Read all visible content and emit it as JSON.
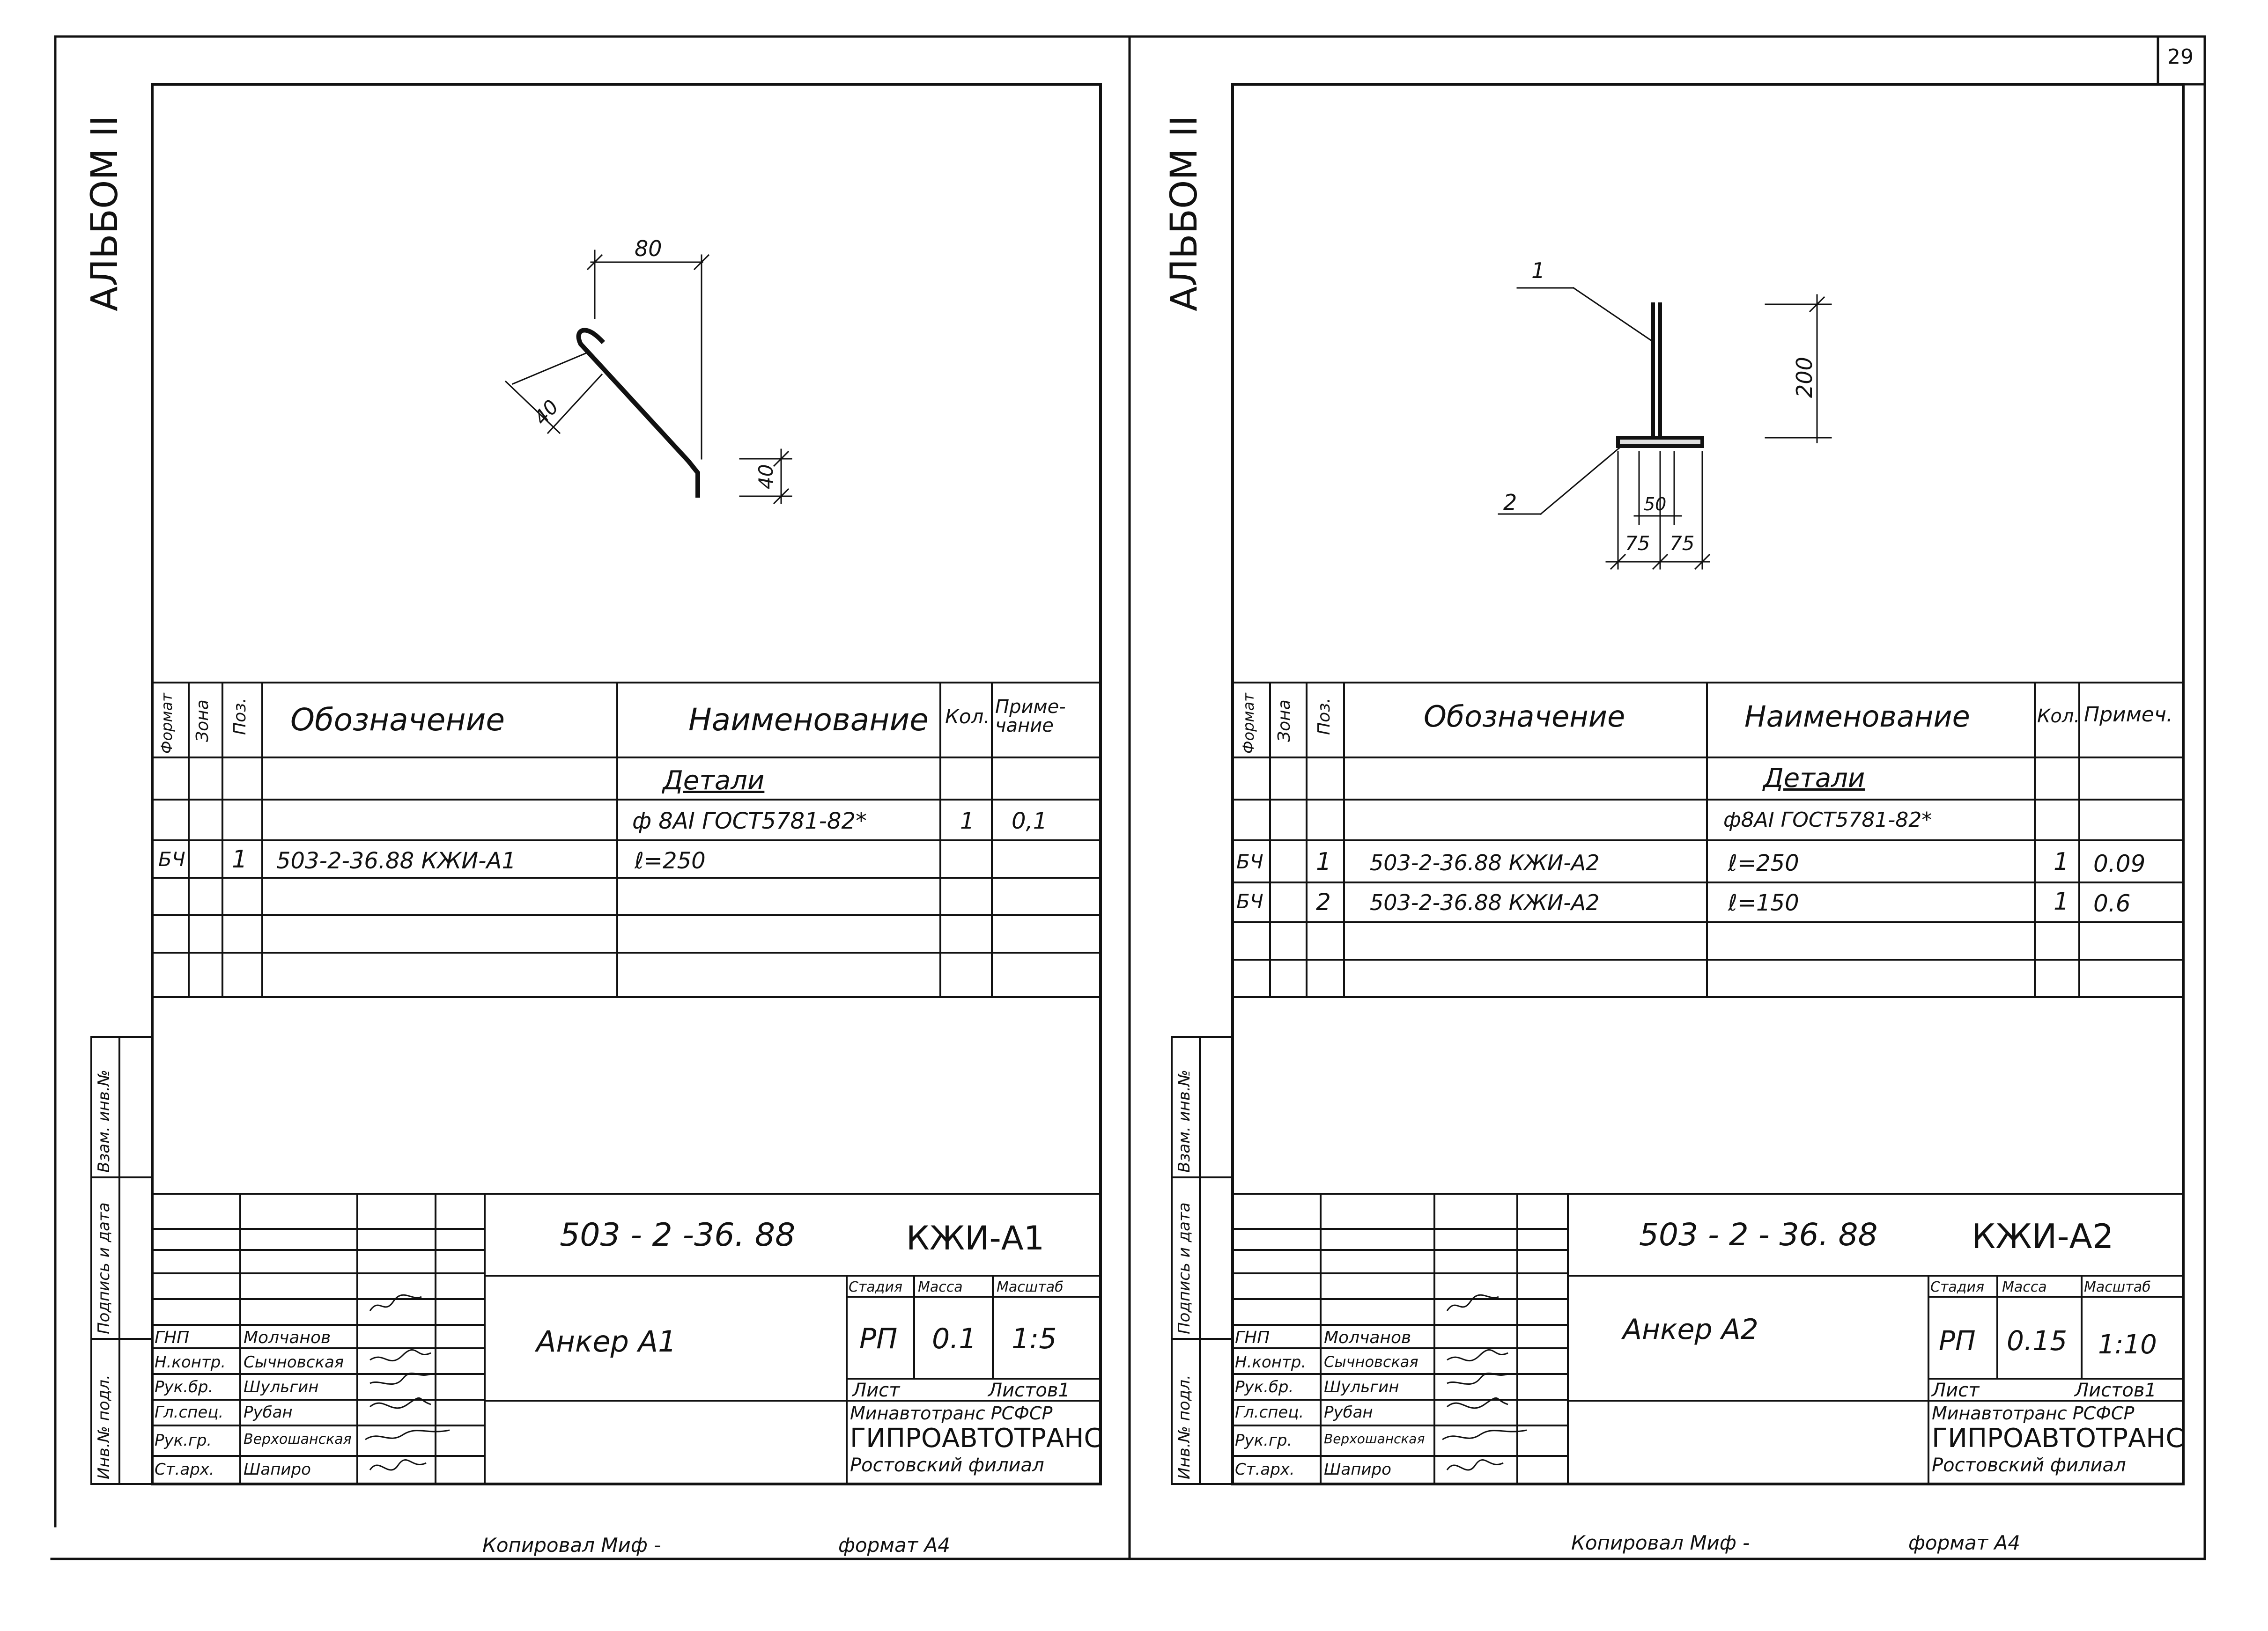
{
  "page_number": "29",
  "left_sheet": {
    "album": "АЛЬБОМ II",
    "dims": {
      "d80": "80",
      "d40a": "40",
      "d40b": "40"
    },
    "spec": {
      "headers": {
        "format": "Формат",
        "zone": "Зона",
        "pos": "Поз.",
        "designation": "Обозначение",
        "name": "Наименование",
        "qty": "Кол.",
        "note": "Приме-чание"
      },
      "section": "Детали",
      "material": "ф 8AI  ГОСТ5781-82*",
      "material_qty": "1",
      "material_note": "0,1",
      "rows": [
        {
          "format": "БЧ",
          "pos": "1",
          "designation": "503-2-36.88 КЖИ-А1",
          "name": "ℓ=250"
        }
      ]
    },
    "stamp": {
      "code": "503 - 2 -36. 88",
      "sheet_code": "КЖИ-А1",
      "title": "Анкер А1",
      "stage_label": "Стадия",
      "mass_label": "Масса",
      "scale_label": "Масштаб",
      "stage": "РП",
      "mass": "0.1",
      "scale": "1:5",
      "sheet_label": "Лист",
      "sheets_label": "Листов1",
      "org1": "Минавтотранс РСФСР",
      "org2": "ГИПРОАВТОТРАНС",
      "org3": "Ростовский филиал",
      "people": [
        {
          "role": "ГНП",
          "name": "Молчанов"
        },
        {
          "role": "Н.контр.",
          "name": "Сычновская"
        },
        {
          "role": "Рук.бр.",
          "name": "Шульгин"
        },
        {
          "role": "Гл.спец.",
          "name": "Рубан"
        },
        {
          "role": "Рук.гр.",
          "name": "Верхошанская"
        },
        {
          "role": "Ст.арх.",
          "name": "Шапиро"
        }
      ]
    },
    "side_labels": {
      "inv": "Инв.№ подл.",
      "sign": "Подпись и дата",
      "vzam": "Взам. инв.№"
    },
    "footer_copied": "Копировал Миф -",
    "footer_format": "формат А4"
  },
  "right_sheet": {
    "album": "АЛЬБОМ II",
    "dims": {
      "d200": "200",
      "d50": "50",
      "d75a": "75",
      "d75b": "75",
      "lead1": "1",
      "lead2": "2"
    },
    "spec": {
      "headers": {
        "format": "Формат",
        "zone": "Зона",
        "pos": "Поз.",
        "designation": "Обозначение",
        "name": "Наименование",
        "qty": "Кол.",
        "note": "Примеч."
      },
      "section": "Детали",
      "material": "ф8AI ГОСТ5781-82*",
      "rows": [
        {
          "format": "БЧ",
          "pos": "1",
          "designation": "503-2-36.88  КЖИ-А2",
          "name": "ℓ=250",
          "qty": "1",
          "note": "0.09"
        },
        {
          "format": "БЧ",
          "pos": "2",
          "designation": "503-2-36.88 КЖИ-А2",
          "name": "ℓ=150",
          "qty": "1",
          "note": "0.6"
        }
      ]
    },
    "stamp": {
      "code": "503 - 2 - 36. 88",
      "sheet_code": "КЖИ-А2",
      "title": "Анкер А2",
      "stage_label": "Стадия",
      "mass_label": "Масса",
      "scale_label": "Масштаб",
      "stage": "РП",
      "mass": "0.15",
      "scale": "1:10",
      "sheet_label": "Лист",
      "sheets_label": "Листов1",
      "org1": "Минавтотранс РСФСР",
      "org2": "ГИПРОАВТОТРАНС",
      "org3": "Ростовский филиал",
      "people": [
        {
          "role": "ГНП",
          "name": "Молчанов"
        },
        {
          "role": "Н.контр.",
          "name": "Сычновская"
        },
        {
          "role": "Рук.бр.",
          "name": "Шульгин"
        },
        {
          "role": "Гл.спец.",
          "name": "Рубан"
        },
        {
          "role": "Рук.гр.",
          "name": "Верхошанская"
        },
        {
          "role": "Ст.арх.",
          "name": "Шапиро"
        }
      ]
    },
    "side_labels": {
      "inv": "Инв.№ подл.",
      "sign": "Подпись и дата",
      "vzam": "Взам. инв.№"
    },
    "footer_copied": "Копировал Миф -",
    "footer_format": "формат А4"
  }
}
